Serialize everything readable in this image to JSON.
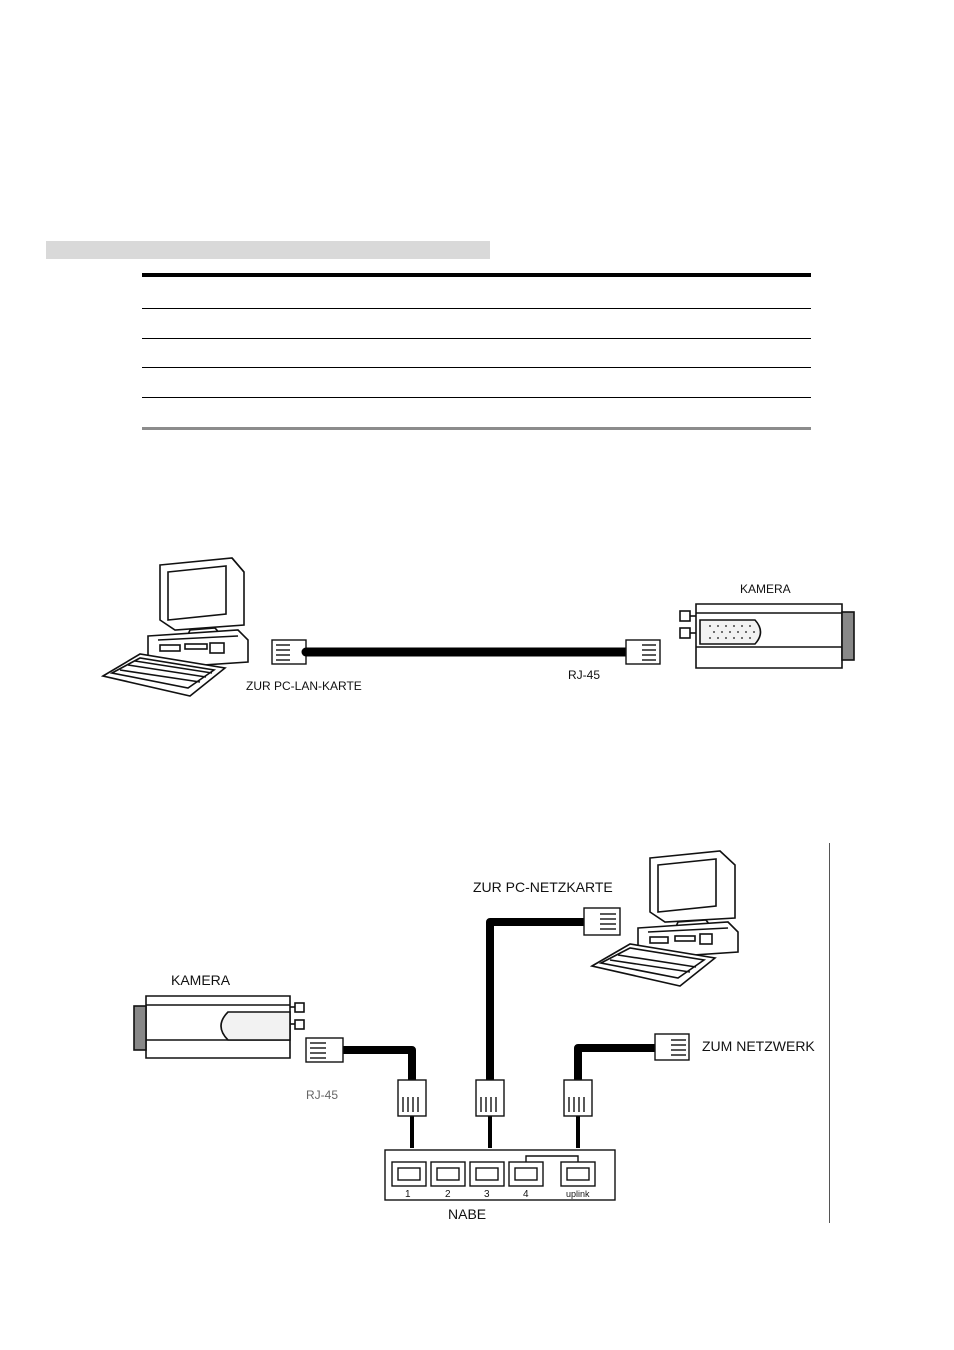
{
  "diagram1": {
    "pc_label": "ZUR PC-LAN-KARTE",
    "cable_label": "RJ-45",
    "camera_label": "KAMERA"
  },
  "diagram2": {
    "camera_label": "KAMERA",
    "cable_label": "RJ-45",
    "pc_label": "ZUR PC-NETZKARTE",
    "network_label": "ZUM NETZWERK",
    "hub_label": "NABE",
    "ports": [
      "1",
      "2",
      "3",
      "4",
      "uplink"
    ]
  }
}
